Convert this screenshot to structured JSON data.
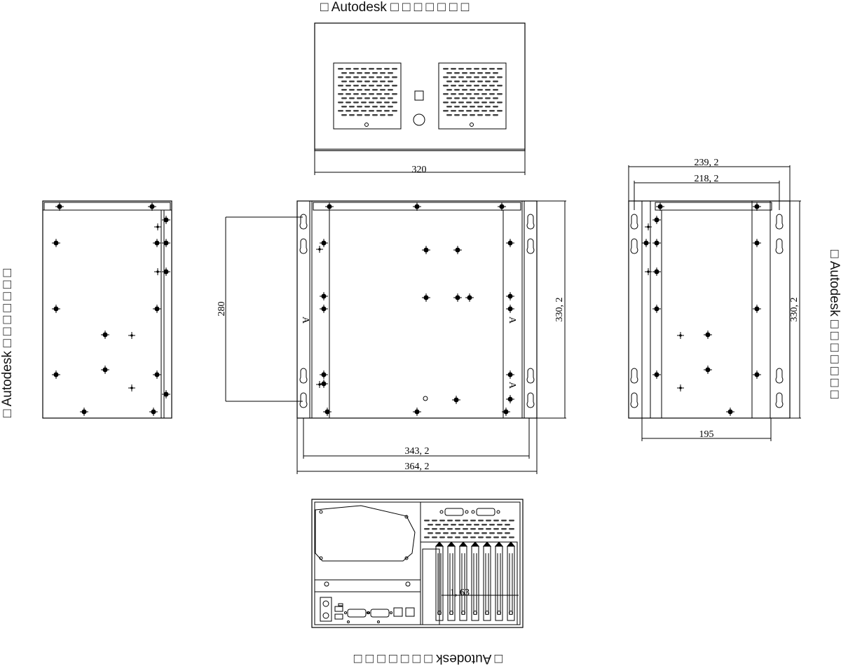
{
  "watermarks": {
    "top": "□ Autodesk □ □ □ □ □ □ □",
    "left": "□ Autodesk □ □ □ □ □ □ □",
    "right": "□ Autodesk □ □ □ □ □ □ □",
    "bottom": "□ Autodesk □ □ □ □ □ □ □"
  },
  "dimensions": {
    "top_width": "320",
    "front_height_left": "280",
    "front_height_right": "330, 2",
    "front_inner_width": "343, 2",
    "front_outer_width": "364, 2",
    "side_outer_width": "239, 2",
    "side_inner_width": "218, 2",
    "side_height": "330, 2",
    "side_bottom_width": "195",
    "rear_slot_label": "1, 63"
  },
  "slot_marks": {
    "rail_letter": "A"
  }
}
